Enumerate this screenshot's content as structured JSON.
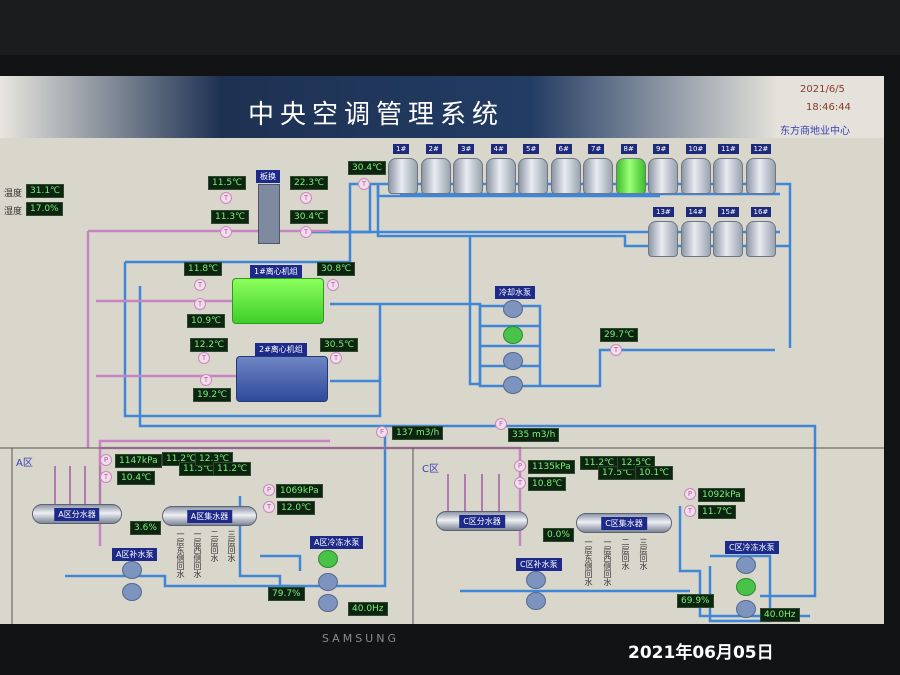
{
  "header": {
    "title": "中央空调管理系统",
    "date": "2021/6/5",
    "time": "18:46:44",
    "site": "东方商地业中心"
  },
  "outdoor": {
    "temp_label": "温度",
    "temp": "31.1℃",
    "humidity_label": "湿度",
    "humidity": "17.0%"
  },
  "plate_hx": {
    "label": "板换",
    "in_left": "11.5℃",
    "out_left": "11.3℃",
    "in_right": "22.3℃",
    "out_right": "30.4℃"
  },
  "tower_supply": "30.4℃",
  "towers": [
    "1#",
    "2#",
    "3#",
    "4#",
    "5#",
    "6#",
    "7#",
    "8#",
    "9#",
    "10#",
    "11#",
    "12#",
    "13#",
    "14#",
    "15#",
    "16#"
  ],
  "chiller1": {
    "label": "1#离心机组",
    "chw_in": "11.8℃",
    "chw_out": "10.9℃",
    "cw": "30.8℃"
  },
  "chiller2": {
    "label": "2#离心机组",
    "chw_in": "12.2℃",
    "chw_out": "19.2℃",
    "cw": "30.5℃"
  },
  "cooling_pumps": {
    "label": "冷却水泵",
    "return_temp": "29.7℃"
  },
  "flow": {
    "a": "137 m3/h",
    "c": "335 m3/h"
  },
  "zone_a": {
    "name": "A区",
    "supply_pressure": "1147kPa",
    "supply_temp": "10.4℃",
    "branch_temps": [
      "11.2℃",
      "11.5℃",
      "12.3℃",
      "11.2℃"
    ],
    "return_pressure": "1069kPa",
    "return_temp": "12.0℃",
    "bypass_valve": "3.6%",
    "pump_valve": "79.7%",
    "freq": "40.0Hz",
    "divider": "A区分水器",
    "collector": "A区集水器",
    "makeup": "A区补水泵",
    "chw_pumps": "A区冷冻水泵",
    "branches": [
      "一层东侧回水",
      "一层西侧回水",
      "二层回水",
      "三层回水"
    ]
  },
  "zone_c": {
    "name": "C区",
    "supply_pressure": "1135kPa",
    "supply_temp": "10.8℃",
    "branch_temps": [
      "11.2℃",
      "17.5℃",
      "12.5℃",
      "10.1℃"
    ],
    "return_pressure": "1092kPa",
    "return_temp": "11.7℃",
    "bypass_valve": "0.0%",
    "pump_valve": "69.9%",
    "freq": "40.0Hz",
    "divider": "C区分水器",
    "collector": "C区集水器",
    "makeup": "C区补水泵",
    "chw_pumps": "C区冷冻水泵",
    "branches": [
      "一层东侧回水",
      "一层西侧回水",
      "二层回水",
      "三层回水"
    ]
  },
  "monitor": {
    "brand": "SAMSUNG"
  },
  "photo_stamp": "2021年06月05日"
}
